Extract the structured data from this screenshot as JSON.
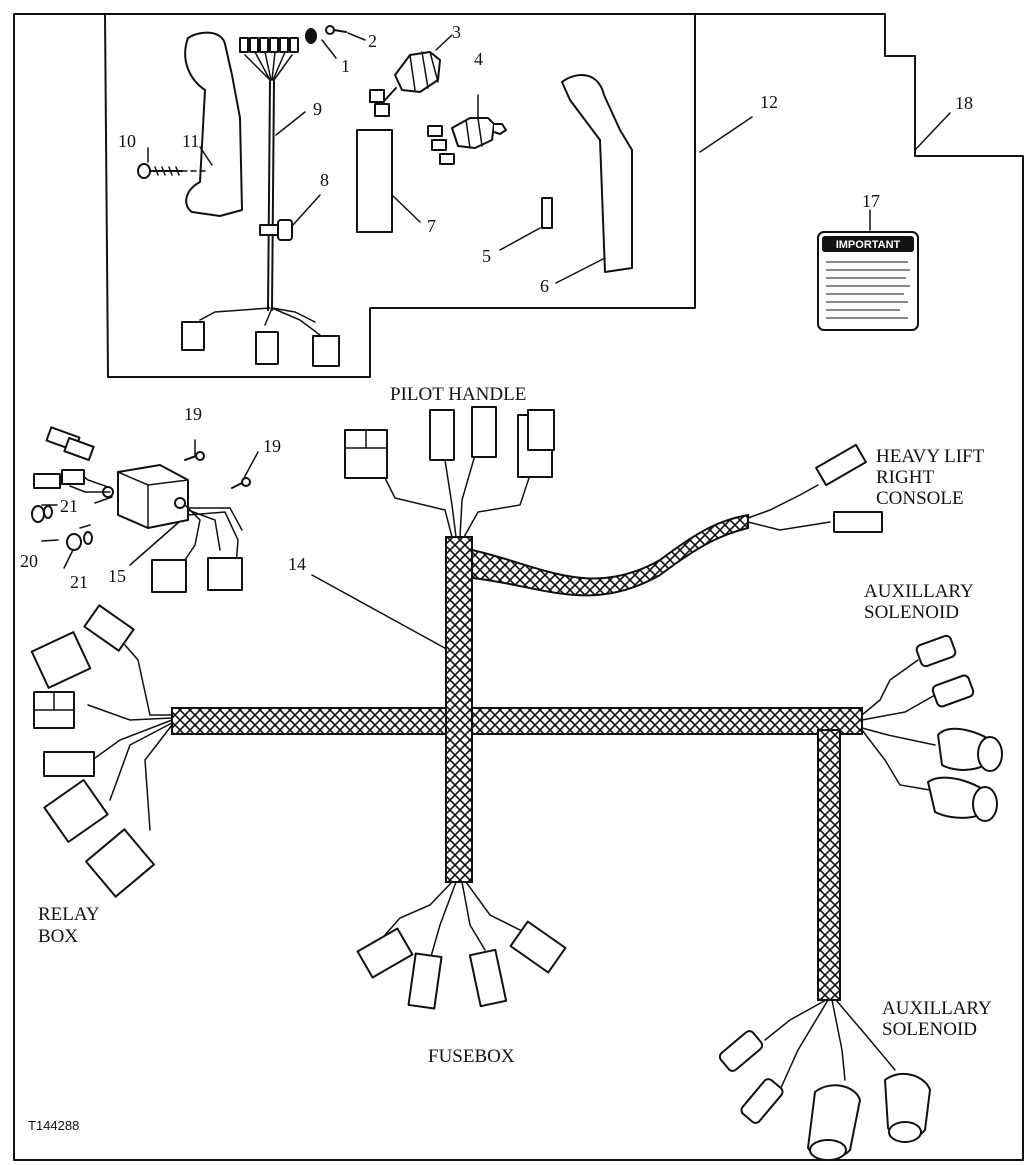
{
  "callouts": {
    "c1": "1",
    "c2": "2",
    "c3": "3",
    "c4": "4",
    "c5": "5",
    "c6": "6",
    "c7": "7",
    "c8": "8",
    "c9": "9",
    "c10": "10",
    "c11": "11",
    "c12": "12",
    "c14": "14",
    "c15": "15",
    "c17": "17",
    "c18": "18",
    "c19a": "19",
    "c19b": "19",
    "c20": "20",
    "c21a": "21",
    "c21b": "21"
  },
  "labels": {
    "pilot_handle": "PILOT HANDLE",
    "heavy_lift_1": "HEAVY LIFT",
    "heavy_lift_2": "RIGHT",
    "heavy_lift_3": "CONSOLE",
    "aux_top_1": "AUXILLARY",
    "aux_top_2": "SOLENOID",
    "aux_bottom_1": "AUXILLARY",
    "aux_bottom_2": "SOLENOID",
    "relay_1": "RELAY",
    "relay_2": "BOX",
    "fusebox": "FUSEBOX"
  },
  "decal": {
    "title": "IMPORTANT"
  },
  "figure_id": "T144288"
}
